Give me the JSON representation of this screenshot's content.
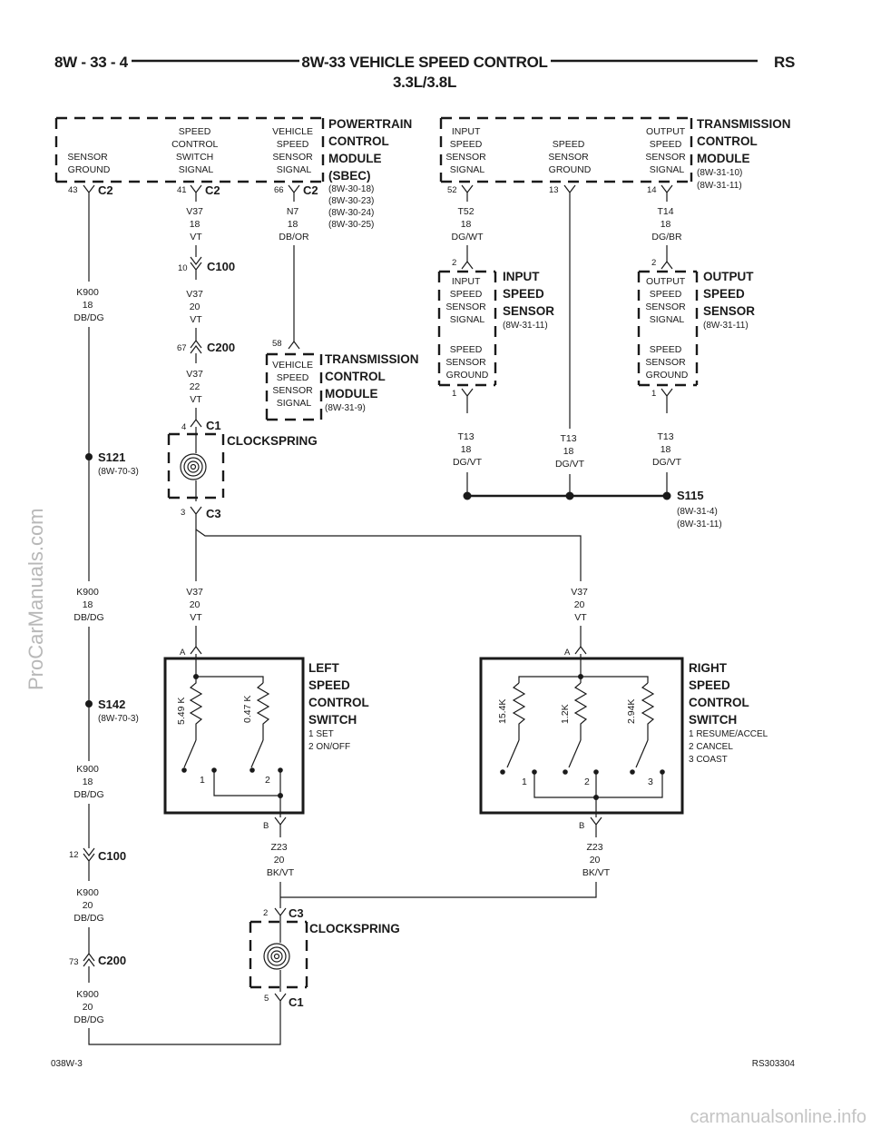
{
  "header": {
    "left": "8W - 33 - 4",
    "center": "8W-33 VEHICLE SPEED CONTROL",
    "sub": "3.3L/3.8L",
    "right": "RS"
  },
  "footer": {
    "left": "038W-3",
    "right": "RS303304"
  },
  "watermarks": {
    "side": "ProCarManuals.com",
    "bottom": "carmanualsonline.info"
  },
  "pcm": {
    "title": [
      "POWERTRAIN",
      "CONTROL",
      "MODULE",
      "(SBEC)"
    ],
    "refs": [
      "(8W-30-18)",
      "(8W-30-23)",
      "(8W-30-24)",
      "(8W-30-25)"
    ],
    "terminals": [
      {
        "label": [
          "SENSOR",
          "GROUND"
        ],
        "pin": "43",
        "conn": "C2"
      },
      {
        "label": [
          "SPEED",
          "CONTROL",
          "SWITCH",
          "SIGNAL"
        ],
        "pin": "41",
        "conn": "C2"
      },
      {
        "label": [
          "VEHICLE",
          "SPEED",
          "SENSOR",
          "SIGNAL"
        ],
        "pin": "66",
        "conn": "C2"
      }
    ]
  },
  "tcm_top": {
    "title": [
      "TRANSMISSION",
      "CONTROL",
      "MODULE"
    ],
    "refs": [
      "(8W-31-10)",
      "(8W-31-11)"
    ],
    "terminals": [
      {
        "label": [
          "INPUT",
          "SPEED",
          "SENSOR",
          "SIGNAL"
        ],
        "pin": "52"
      },
      {
        "label": [
          "SPEED",
          "SENSOR",
          "GROUND"
        ],
        "pin": "13"
      },
      {
        "label": [
          "OUTPUT",
          "SPEED",
          "SENSOR",
          "SIGNAL"
        ],
        "pin": "14"
      }
    ]
  },
  "wires": {
    "v37_18": [
      "V37",
      "18",
      "VT"
    ],
    "v37_20": [
      "V37",
      "20",
      "VT"
    ],
    "v37_22": [
      "V37",
      "22",
      "VT"
    ],
    "v37_20_lower": [
      "V37",
      "20",
      "VT"
    ],
    "v37_20_right": [
      "V37",
      "20",
      "VT"
    ],
    "n7": [
      "N7",
      "18",
      "DB/OR"
    ],
    "k900_a": [
      "K900",
      "18",
      "DB/DG"
    ],
    "k900_b": [
      "K900",
      "18",
      "DB/DG"
    ],
    "k900_c": [
      "K900",
      "18",
      "DB/DG"
    ],
    "k900_d": [
      "K900",
      "20",
      "DB/DG"
    ],
    "k900_e": [
      "K900",
      "20",
      "DB/DG"
    ],
    "t52": [
      "T52",
      "18",
      "DG/WT"
    ],
    "t14": [
      "T14",
      "18",
      "DG/BR"
    ],
    "t13_a": [
      "T13",
      "18",
      "DG/VT"
    ],
    "t13_b": [
      "T13",
      "18",
      "DG/VT"
    ],
    "t13_c": [
      "T13",
      "18",
      "DG/VT"
    ],
    "z23_a": [
      "Z23",
      "20",
      "BK/VT"
    ],
    "z23_b": [
      "Z23",
      "20",
      "BK/VT"
    ]
  },
  "connectors": {
    "c100_10": {
      "pin": "10",
      "name": "C100"
    },
    "c200_67": {
      "pin": "67",
      "name": "C200"
    },
    "c1_4": {
      "pin": "4",
      "name": "C1"
    },
    "c3_3": {
      "pin": "3",
      "name": "C3"
    },
    "c100_12": {
      "pin": "12",
      "name": "C100"
    },
    "c200_73": {
      "pin": "73",
      "name": "C200"
    },
    "c3_2": {
      "pin": "2",
      "name": "C3"
    },
    "c1_5": {
      "pin": "5",
      "name": "C1"
    },
    "tcm58": {
      "pin": "58"
    }
  },
  "splices": {
    "s121": {
      "name": "S121",
      "ref": "(8W-70-3)"
    },
    "s142": {
      "name": "S142",
      "ref": "(8W-70-3)"
    },
    "s115": {
      "name": "S115",
      "refs": [
        "(8W-31-4)",
        "(8W-31-11)"
      ]
    }
  },
  "clockspring": {
    "top": "CLOCKSPRING",
    "bottom": "CLOCKSPRING"
  },
  "tcm_mid": {
    "title": [
      "TRANSMISSION",
      "CONTROL",
      "MODULE"
    ],
    "ref": "(8W-31-9)",
    "label": [
      "VEHICLE",
      "SPEED",
      "SENSOR",
      "SIGNAL"
    ]
  },
  "input_sensor": {
    "title": [
      "INPUT",
      "SPEED",
      "SENSOR"
    ],
    "ref": "(8W-31-11)",
    "signal": [
      "INPUT",
      "SPEED",
      "SENSOR",
      "SIGNAL"
    ],
    "ground": [
      "SPEED",
      "SENSOR",
      "GROUND"
    ],
    "pin_top": "2",
    "pin_bottom": "1"
  },
  "output_sensor": {
    "title": [
      "OUTPUT",
      "SPEED",
      "SENSOR"
    ],
    "ref": "(8W-31-11)",
    "signal": [
      "OUTPUT",
      "SPEED",
      "SENSOR",
      "SIGNAL"
    ],
    "ground": [
      "SPEED",
      "SENSOR",
      "GROUND"
    ],
    "pin_top": "2",
    "pin_bottom": "1"
  },
  "left_switch": {
    "title": [
      "LEFT",
      "SPEED",
      "CONTROL",
      "SWITCH"
    ],
    "notes": [
      "1 SET",
      "2 ON/OFF"
    ],
    "pin_a": "A",
    "pin_b": "B",
    "resistors": [
      "5.49 K",
      "0.47 K"
    ],
    "positions": [
      "1",
      "2"
    ]
  },
  "right_switch": {
    "title": [
      "RIGHT",
      "SPEED",
      "CONTROL",
      "SWITCH"
    ],
    "notes": [
      "1 RESUME/ACCEL",
      "2 CANCEL",
      "3 COAST"
    ],
    "pin_a": "A",
    "pin_b": "B",
    "resistors": [
      "15.4K",
      "1.2K",
      "2.94K"
    ],
    "positions": [
      "1",
      "2",
      "3"
    ]
  }
}
